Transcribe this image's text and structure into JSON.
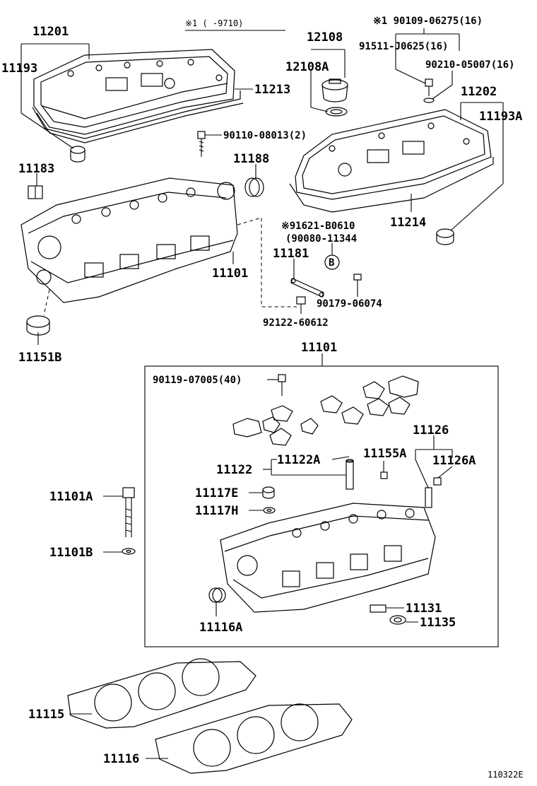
{
  "header": {
    "note_top": "※1 (     -9710)"
  },
  "labels": {
    "l_11201": "11201",
    "l_11193": "11193",
    "l_11213": "11213",
    "l_12108": "12108",
    "l_12108A": "12108A",
    "l_9010906275": "※1 90109-06275(16)",
    "l_91511": "91511-J0625(16)",
    "l_90210": "90210-05007(16)",
    "l_11202": "11202",
    "l_11193A": "11193A",
    "l_90110": "90110-08013(2)",
    "l_11188": "11188",
    "l_11183": "11183",
    "l_91621": "※91621-B0610",
    "l_90080": "(90080-11344",
    "l_B": "B",
    "l_11214": "11214",
    "l_11181": "11181",
    "l_11101a": "11101",
    "l_90179": "90179-06074",
    "l_92122": "92122-60612",
    "l_11151B": "11151B",
    "l_11101b": "11101",
    "l_90119": "90119-07005(40)",
    "l_11126": "11126",
    "l_11155A": "11155A",
    "l_11126A": "11126A",
    "l_11122": "11122",
    "l_11122A": "11122A",
    "l_11101A": "11101A",
    "l_11117E": "11117E",
    "l_11117H": "11117H",
    "l_11101B": "11101B",
    "l_11131": "11131",
    "l_11135": "11135",
    "l_11116A": "11116A",
    "l_11115": "11115",
    "l_11116": "11116",
    "l_ref": "110322E"
  }
}
